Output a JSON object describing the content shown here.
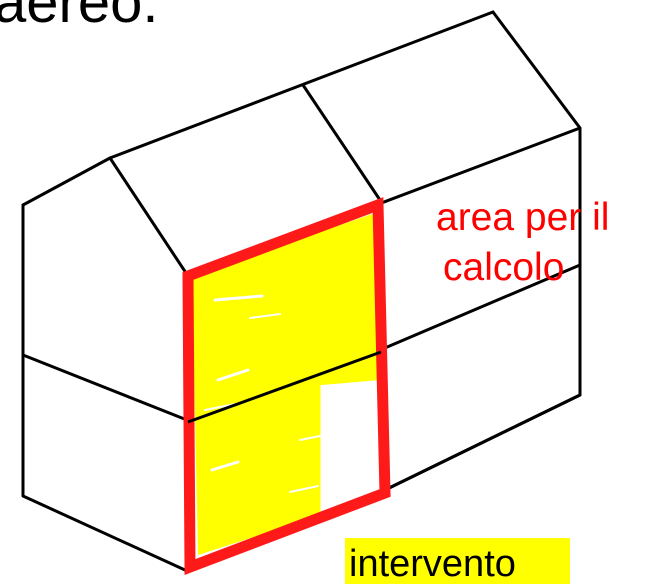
{
  "heading_fragment": "aereo.",
  "labels": {
    "area": [
      "area per il",
      "calcolo"
    ],
    "intervento": "intervento"
  },
  "colors": {
    "outline": "#000000",
    "highlight_frame": "#ff1a1a",
    "fill": "#ffff00",
    "label_text": "#ff0000",
    "intervento_background": "#ffff00",
    "intervento_text": "#000000",
    "background": "#ffffff"
  }
}
